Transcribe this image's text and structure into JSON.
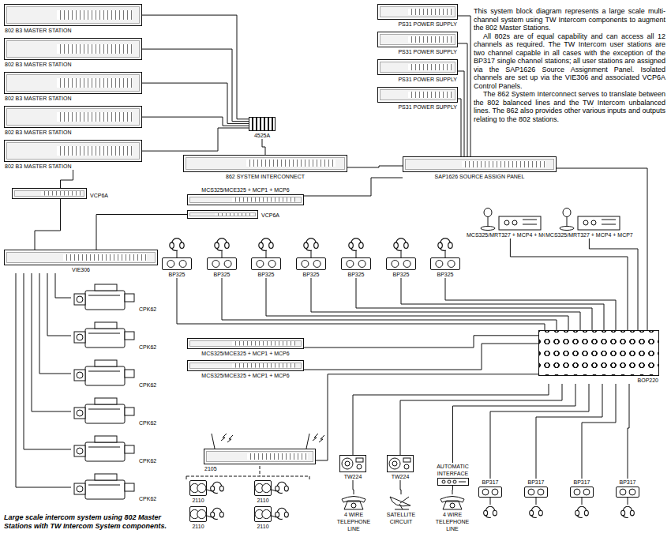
{
  "diagram": {
    "caption": "Large scale intercom system using 802 Master Stations with TW Intercom System components.",
    "nodes": [
      {
        "text": [
          "802 B3 MASTER STATION"
        ]
      },
      {
        "text": [
          "802 B3 MASTER STATION"
        ]
      },
      {
        "text": [
          "802 B3 MASTER STATION"
        ]
      },
      {
        "text": [
          "802 B3 MASTER STATION"
        ]
      },
      {
        "text": [
          "802 B3 MASTER STATION"
        ]
      },
      {
        "text": [
          "4525A"
        ]
      },
      {
        "text": [
          "862 SYSTEM INTERCONNECT"
        ]
      },
      {
        "text": [
          "PS31 POWER SUPPLY"
        ]
      },
      {
        "text": [
          "PS31 POWER SUPPLY"
        ]
      },
      {
        "text": [
          "PS31 POWER SUPPLY"
        ]
      },
      {
        "text": [
          "PS31 POWER SUPPLY"
        ]
      },
      {
        "text": [
          "SAP1626 SOURCE ASSIGN PANEL"
        ]
      },
      {
        "text": [
          "VCP6A"
        ]
      },
      {
        "text": [
          "MCS325/MCE325 + MCP1 + MCP6"
        ]
      },
      {
        "text": [
          "VCP6A"
        ]
      },
      {
        "text": [
          "VIE306"
        ]
      },
      {
        "text": [
          "MCS325/MRT327 + MCP4 + MCP7"
        ]
      },
      {
        "text": [
          "MCS325/MRT327 + MCP4 + MCP7"
        ]
      },
      {
        "text": [
          "BP325"
        ]
      },
      {
        "text": [
          "BP325"
        ]
      },
      {
        "text": [
          "BP325"
        ]
      },
      {
        "text": [
          "BP325"
        ]
      },
      {
        "text": [
          "BP325"
        ]
      },
      {
        "text": [
          "BP325"
        ]
      },
      {
        "text": [
          "BP325"
        ]
      },
      {
        "text": [
          "CPK62"
        ]
      },
      {
        "text": [
          "CPK62"
        ]
      },
      {
        "text": [
          "CPK62"
        ]
      },
      {
        "text": [
          "CPK62"
        ]
      },
      {
        "text": [
          "CPK62"
        ]
      },
      {
        "text": [
          "CPK62"
        ]
      },
      {
        "text": [
          "MCS325/MCE325 + MCP1 + MCP6"
        ]
      },
      {
        "text": [
          "MCS325/MCE325 + MCP1 + MCP6"
        ]
      },
      {
        "text": [
          "BOP220"
        ]
      },
      {
        "text": [
          "2105"
        ]
      },
      {
        "text": [
          "2110"
        ]
      },
      {
        "text": [
          "2110"
        ]
      },
      {
        "text": [
          "2110"
        ]
      },
      {
        "text": [
          "2110"
        ]
      },
      {
        "text": [
          "TW224"
        ]
      },
      {
        "text": [
          "TW224"
        ]
      },
      {
        "text": [
          "AUTOMATIC INTERFACE"
        ]
      },
      {
        "text": [
          "BP317"
        ]
      },
      {
        "text": [
          "BP317"
        ]
      },
      {
        "text": [
          "BP317"
        ]
      },
      {
        "text": [
          "BP317"
        ]
      },
      {
        "text": [
          "4 WIRE TELEPHONE LINE"
        ]
      },
      {
        "text": [
          "SATELLITE CIRCUIT"
        ]
      },
      {
        "text": [
          "4 WIRE TELEPHONE LINE"
        ]
      }
    ],
    "edges": [
      {
        "from": 0,
        "to": 5,
        "arrow": "none"
      },
      {
        "from": 1,
        "to": 5,
        "arrow": "none"
      },
      {
        "from": 2,
        "to": 5,
        "arrow": "none"
      },
      {
        "from": 3,
        "to": 5,
        "arrow": "none"
      },
      {
        "from": 4,
        "to": 5,
        "arrow": "none"
      },
      {
        "from": 5,
        "to": 6,
        "arrow": "none"
      },
      {
        "from": 6,
        "to": 11,
        "arrow": "none"
      },
      {
        "from": 7,
        "to": 11,
        "arrow": "none"
      },
      {
        "from": 8,
        "to": 11,
        "arrow": "none"
      },
      {
        "from": 9,
        "to": 11,
        "arrow": "none"
      },
      {
        "from": 10,
        "to": 11,
        "arrow": "none"
      },
      {
        "from": 13,
        "to": 11,
        "arrow": "none"
      },
      {
        "from": 11,
        "to": 33,
        "arrow": "none"
      },
      {
        "from": 4,
        "to": 12,
        "arrow": "none"
      },
      {
        "from": 12,
        "to": 15,
        "arrow": "none"
      },
      {
        "from": 14,
        "to": 15,
        "arrow": "none"
      },
      {
        "from": 15,
        "to": 25,
        "arrow": "none"
      },
      {
        "from": 15,
        "to": 26,
        "arrow": "none"
      },
      {
        "from": 15,
        "to": 27,
        "arrow": "none"
      },
      {
        "from": 15,
        "to": 28,
        "arrow": "none"
      },
      {
        "from": 15,
        "to": 29,
        "arrow": "none"
      },
      {
        "from": 15,
        "to": 30,
        "arrow": "none"
      },
      {
        "from": 18,
        "to": 33,
        "arrow": "none"
      },
      {
        "from": 19,
        "to": 33,
        "arrow": "none"
      },
      {
        "from": 20,
        "to": 33,
        "arrow": "none"
      },
      {
        "from": 21,
        "to": 33,
        "arrow": "none"
      },
      {
        "from": 22,
        "to": 33,
        "arrow": "none"
      },
      {
        "from": 23,
        "to": 33,
        "arrow": "none"
      },
      {
        "from": 24,
        "to": 33,
        "arrow": "none"
      },
      {
        "from": 16,
        "to": 33,
        "arrow": "none"
      },
      {
        "from": 17,
        "to": 33,
        "arrow": "none"
      },
      {
        "from": 31,
        "to": 33,
        "arrow": "none"
      },
      {
        "from": 32,
        "to": 33,
        "arrow": "none"
      },
      {
        "from": 34,
        "to": 33,
        "arrow": "none"
      },
      {
        "from": 39,
        "to": 33,
        "arrow": "none"
      },
      {
        "from": 40,
        "to": 33,
        "arrow": "none"
      },
      {
        "from": 41,
        "to": 33,
        "arrow": "none"
      },
      {
        "from": 42,
        "to": 33,
        "arrow": "none"
      },
      {
        "from": 43,
        "to": 33,
        "arrow": "none"
      },
      {
        "from": 44,
        "to": 33,
        "arrow": "none"
      },
      {
        "from": 45,
        "to": 33,
        "arrow": "none"
      },
      {
        "from": 39,
        "to": 46,
        "arrow": "none"
      },
      {
        "from": 40,
        "to": 47,
        "arrow": "none"
      },
      {
        "from": 41,
        "to": 48,
        "arrow": "none"
      }
    ],
    "labels": [
      "This system block diagram represents a large scale multi-channel system using TW Intercom components to augment the 802 Master Stations.",
      "All 802s are of equal capability and can access all 12 channels as required. The TW Intercom user stations are two channel capable in all cases with the exception of the BP317 single channel stations; all user stations are assigned via the SAP1626 Source Assignment Panel. Isolated channels are set up via the VIE306 and associated VCP6A Control Panels.",
      "The 862 System Interconnect serves to translate between the 802 balanced lines and the TW Intercom unbalanced lines. The 862 also provides other various inputs and outputs relating to the 802 stations."
    ]
  }
}
